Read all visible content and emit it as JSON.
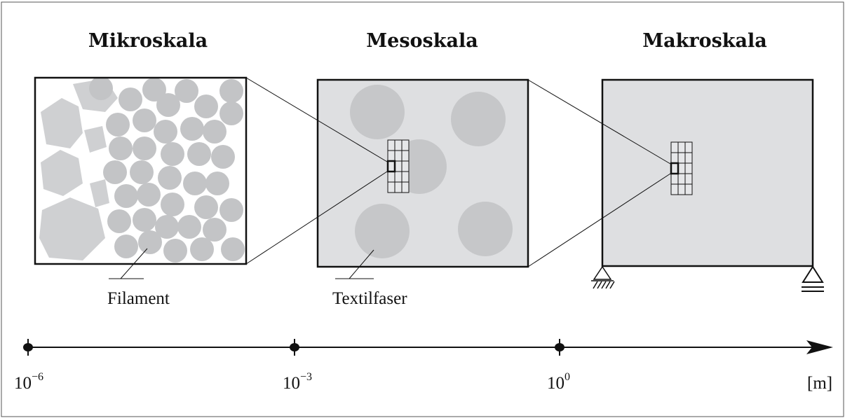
{
  "scales": {
    "micro": {
      "title": "Mikroskala",
      "label": "Filament"
    },
    "meso": {
      "title": "Mesoskala",
      "label": "Textilfaser"
    },
    "macro": {
      "title": "Makroskala"
    }
  },
  "axis": {
    "ticks": [
      {
        "base": "10",
        "exp": "−6"
      },
      {
        "base": "10",
        "exp": "−3"
      },
      {
        "base": "10",
        "exp": "0"
      }
    ],
    "unit": "[m]"
  },
  "colors": {
    "panel_fill": "#dedfe1",
    "fiber_fill": "#c6c7c9",
    "filament_fill": "#c3c4c6",
    "micro_background": "#ffffff",
    "line": "#111111"
  },
  "icons": {
    "left_support": "pinned-support-icon",
    "right_support": "roller-support-icon"
  }
}
